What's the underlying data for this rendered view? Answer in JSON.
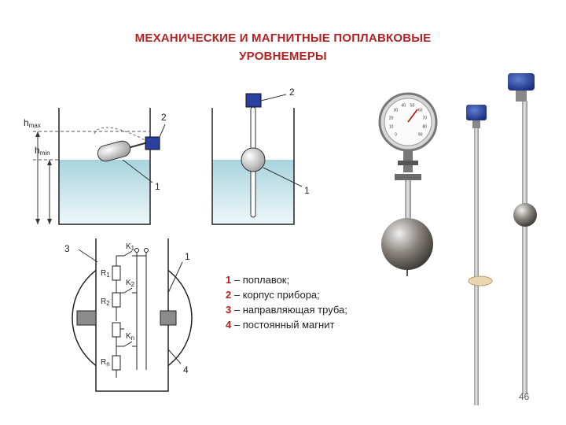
{
  "title": {
    "line1": "МЕХАНИЧЕСКИЕ И МАГНИТНЫЕ ПОПЛАВКОВЫЕ",
    "line2": "УРОВНЕМЕРЫ"
  },
  "fig1": {
    "hmax_main": "h",
    "hmax_sub": "max",
    "hmin_main": "h",
    "hmin_sub": "min",
    "label_2": "2",
    "label_1": "1"
  },
  "fig2": {
    "label_2": "2",
    "label_1": "1"
  },
  "fig3": {
    "label_3": "3",
    "label_1": "1",
    "label_4": "4",
    "k1": "K",
    "k1_sub": "1",
    "k2": "K",
    "k2_sub": "2",
    "kn": "K",
    "kn_sub": "n",
    "r1": "R",
    "r1_sub": "1",
    "r2": "R",
    "r2_sub": "2",
    "rn": "R",
    "rn_sub": "n"
  },
  "gauge": {
    "scale": [
      "0",
      "10",
      "20",
      "30",
      "40",
      "50",
      "60",
      "70",
      "80",
      "90"
    ]
  },
  "legend": [
    {
      "num": "1",
      "text": " – поплавок;"
    },
    {
      "num": "2",
      "text": " – корпус прибора;"
    },
    {
      "num": "3",
      "text": " – направляющая труба;"
    },
    {
      "num": "4",
      "text": " – постоянный магнит"
    }
  ],
  "page_number": "46",
  "colors": {
    "title": "#b22222",
    "water": "#cfe8ee",
    "magnet": "#2a3f9f"
  }
}
